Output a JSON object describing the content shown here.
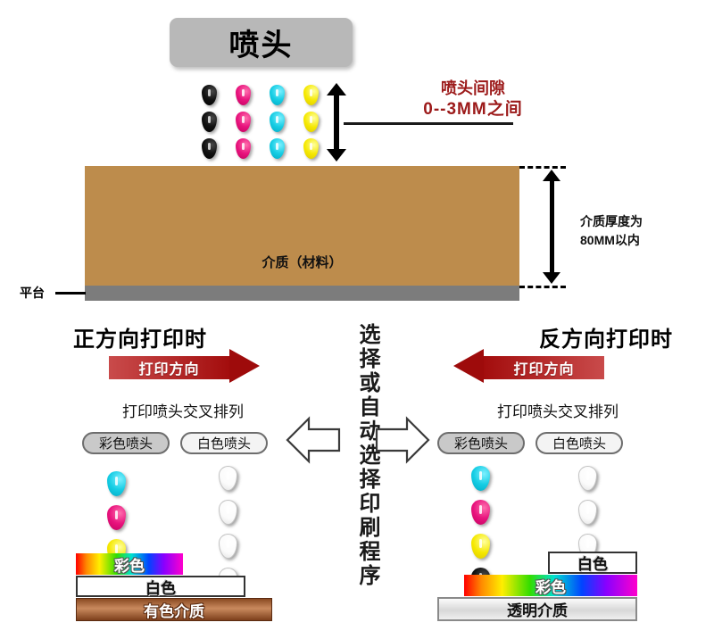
{
  "diagram": {
    "printhead": {
      "label": "喷头"
    },
    "gap": {
      "line1": "喷头间隙",
      "line2": "0--3MM之间",
      "color": "#9c1a1a"
    },
    "medium": {
      "label": "介质（材料）",
      "color": "#bd8c4c"
    },
    "platform": {
      "label": "平台",
      "color": "#7c7c7c"
    },
    "thickness": {
      "line1": "介质厚度为",
      "line2": "80MM以内"
    },
    "ink_grid": {
      "colors": [
        "k",
        "m",
        "c",
        "y"
      ],
      "rows": 3,
      "color_names": [
        "black",
        "magenta",
        "cyan",
        "yellow"
      ]
    },
    "center": {
      "vertical_text": "选择或自动选择印刷程序"
    },
    "panels": [
      {
        "id": "forward",
        "title": "正方向打印时",
        "direction_label": "打印方向",
        "direction": "right",
        "arrange_text": "打印喷头交叉排列",
        "pills": [
          "彩色喷头",
          "白色喷头"
        ],
        "color_drops": [
          "c",
          "m",
          "y"
        ],
        "white_drops": 4,
        "layers": [
          {
            "text": "彩色",
            "style": "rainbow"
          },
          {
            "text": "白色",
            "style": "whitebar"
          },
          {
            "text": "有色介质",
            "style": "brown"
          }
        ]
      },
      {
        "id": "reverse",
        "title": "反方向打印时",
        "direction_label": "打印方向",
        "direction": "left",
        "arrange_text": "打印喷头交叉排列",
        "pills": [
          "彩色喷头",
          "白色喷头"
        ],
        "color_drops": [
          "c",
          "m",
          "y",
          "k"
        ],
        "white_drops": 3,
        "layers": [
          {
            "text": "白色",
            "style": "whitebar"
          },
          {
            "text": "彩色",
            "style": "rainbow"
          },
          {
            "text": "透明介质",
            "style": "clear"
          }
        ]
      }
    ]
  }
}
